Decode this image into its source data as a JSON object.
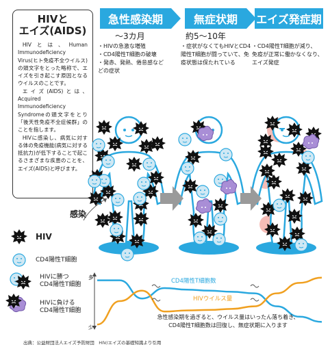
{
  "info": {
    "title_line1": "HIVと",
    "title_line2": "エイズ(AIDS)",
    "para1": "HIVとは、Human Immunodeficiency Virus(ヒト免疫不全ウイルス)の頭文字をとった略称で、エイズを引き起こす原因となるウイルスのことです。",
    "para2": "エイズ(AIDS)とは、Acquired Immunodeficiency Syndromeの頭文字をとり「後天性免疫不全症候群」のことを指します。",
    "para3": "HIVに感染し、病気に対する体の免疫機能(病気に対する抵抗力)が低下することで起こるさまざまな疾患のことを、エイズ(AIDS)と呼びます。"
  },
  "phases": [
    {
      "name": "急性感染期",
      "duration": "〜3カ月",
      "points": [
        "・HIVの急激な増殖",
        "・CD4陽性T細胞の破壊",
        "・発赤、発熱、倦怠感など",
        "どの症状"
      ]
    },
    {
      "name": "無症状期",
      "duration": "約5〜10年",
      "points": [
        "・症状がなくてもHIVとCD4",
        "陽性T細胞が闘っていて、免",
        "疫状態は保たれている"
      ]
    },
    {
      "name": "エイズ発症期",
      "duration": "",
      "points": [
        "・CD4陽性T細胞が減り、",
        "免疫が正常に働かなくなり、",
        "エイズ発症"
      ]
    }
  ],
  "infection_label": "感染",
  "legend": {
    "hiv": "HIV",
    "cd4": "CD4陽性T細胞",
    "win": [
      "HIVに勝つ",
      "CD4陽性T細胞"
    ],
    "lose": [
      "HIVに負ける",
      "CD4陽性T細胞"
    ]
  },
  "chart": {
    "cd4_label": "CD4陽性T細胞数",
    "hiv_label": "HIVウイルス量",
    "axis_high": "多",
    "axis_low": "少",
    "note_line1": "急性感染期を過ぎると、ウイルス量はいったん落ち着き、",
    "note_line2": "CD4陽性T細胞数は回復し、無症状期に入ります"
  },
  "chart_data": {
    "type": "line",
    "x": [
      0,
      1,
      2,
      3,
      4,
      5,
      6,
      7,
      8,
      9,
      10
    ],
    "series": [
      {
        "name": "CD4陽性T細胞数",
        "values": [
          9,
          9,
          5.5,
          7.5,
          7.2,
          7,
          6.8,
          6.5,
          4,
          2,
          1
        ]
      },
      {
        "name": "HIVウイルス量",
        "values": [
          0.5,
          5,
          7,
          3,
          3.2,
          3.3,
          3.5,
          4,
          6.5,
          8.5,
          9.5
        ]
      }
    ],
    "colors": {
      "cd4": "#2aa8df",
      "hiv": "#f0a020"
    }
  },
  "source": "出典：公益財団法人エイズ予防財団　HIV/エイズの基礎知識より引用",
  "colors": {
    "accent": "#2aa8df",
    "figure": "#cfe8f4",
    "outline": "#2aa8df",
    "virus": "#111111",
    "purple": "#a98ed6",
    "lesion": "#f08f86",
    "arrow": "#9a9a9a"
  }
}
